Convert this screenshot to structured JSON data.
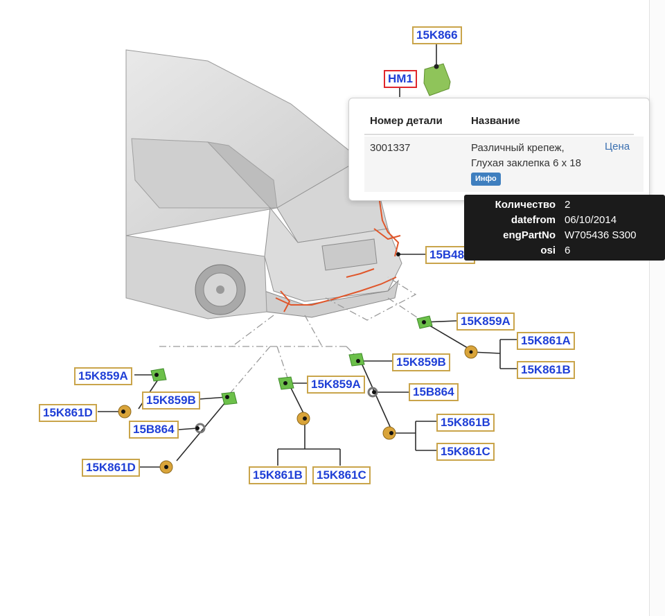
{
  "diagram": {
    "callouts": {
      "c_15k866": "15K866",
      "c_hm1": "HM1",
      "c_15b484": "15B484",
      "c_15k859a_r": "15K859A",
      "c_15k861a_r": "15K861A",
      "c_15k861b_r": "15K861B",
      "c_15k859a_l": "15K859A",
      "c_15k861d_l": "15K861D",
      "c_15k859b_l": "15K859B",
      "c_15b864_l": "15B864",
      "c_15k861d_l2": "15K861D",
      "c_15k859a_m": "15K859A",
      "c_15k861b_m": "15K861B",
      "c_15k861c_m": "15K861C",
      "c_15k859b_m": "15K859B",
      "c_15b864_m": "15B864",
      "c_15k861b_m2": "15K861B",
      "c_15k861c_m2": "15K861C"
    }
  },
  "popover": {
    "headers": {
      "part_number": "Номер детали",
      "name": "Название"
    },
    "row": {
      "part_number": "3001337",
      "name_line1": "Различный крепеж,",
      "name_line2": "Глухая заклепка 6 x 18",
      "price_link": "Цена",
      "info_button": "Инфо"
    }
  },
  "tooltip": {
    "rows": [
      {
        "key": "Количество",
        "value": "2"
      },
      {
        "key": "datefrom",
        "value": "06/10/2014"
      },
      {
        "key": "engPartNo",
        "value": "W705436 S300"
      },
      {
        "key": "osi",
        "value": "6"
      }
    ]
  },
  "colors": {
    "callout_border": "#c9a44a",
    "callout_text": "#1f3fd6",
    "selected_border": "#e0262b",
    "wiring": "#e0562a",
    "sensor_green": "#6cc04a",
    "sensor_gold": "#d9a43a"
  }
}
